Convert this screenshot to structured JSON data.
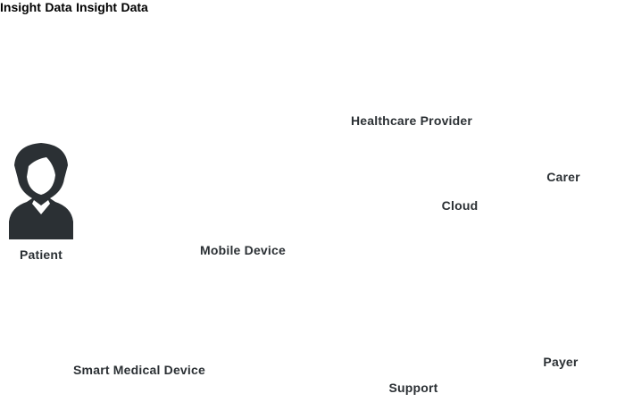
{
  "colors": {
    "accent_green": "#7ee52a",
    "outline_dark": "#2b3034",
    "figure_dark": "#2b3034",
    "background": "#ffffff"
  },
  "nodes": {
    "patient": {
      "label": "Patient",
      "icon": "female-user-icon"
    },
    "mobile": {
      "label": "Mobile Device",
      "icon": "smartphone-icon"
    },
    "smart_device": {
      "label": "Smart Medical Device",
      "icon": "inhaler-icon"
    },
    "cloud": {
      "label": "Cloud",
      "icon": "cloud-icon"
    },
    "provider": {
      "label": "Healthcare Provider",
      "icon": "doctor-icon"
    },
    "carer": {
      "label": "Carer",
      "icon": "female-user-icon"
    },
    "payer": {
      "label": "Payer",
      "icon": "female-user-icon"
    },
    "support": {
      "label": "Support",
      "icon": "headset-agent-icon"
    }
  },
  "flows": {
    "left_insight": "Insight",
    "left_data": "Data",
    "right_insight": "Insight",
    "right_data": "Data"
  }
}
